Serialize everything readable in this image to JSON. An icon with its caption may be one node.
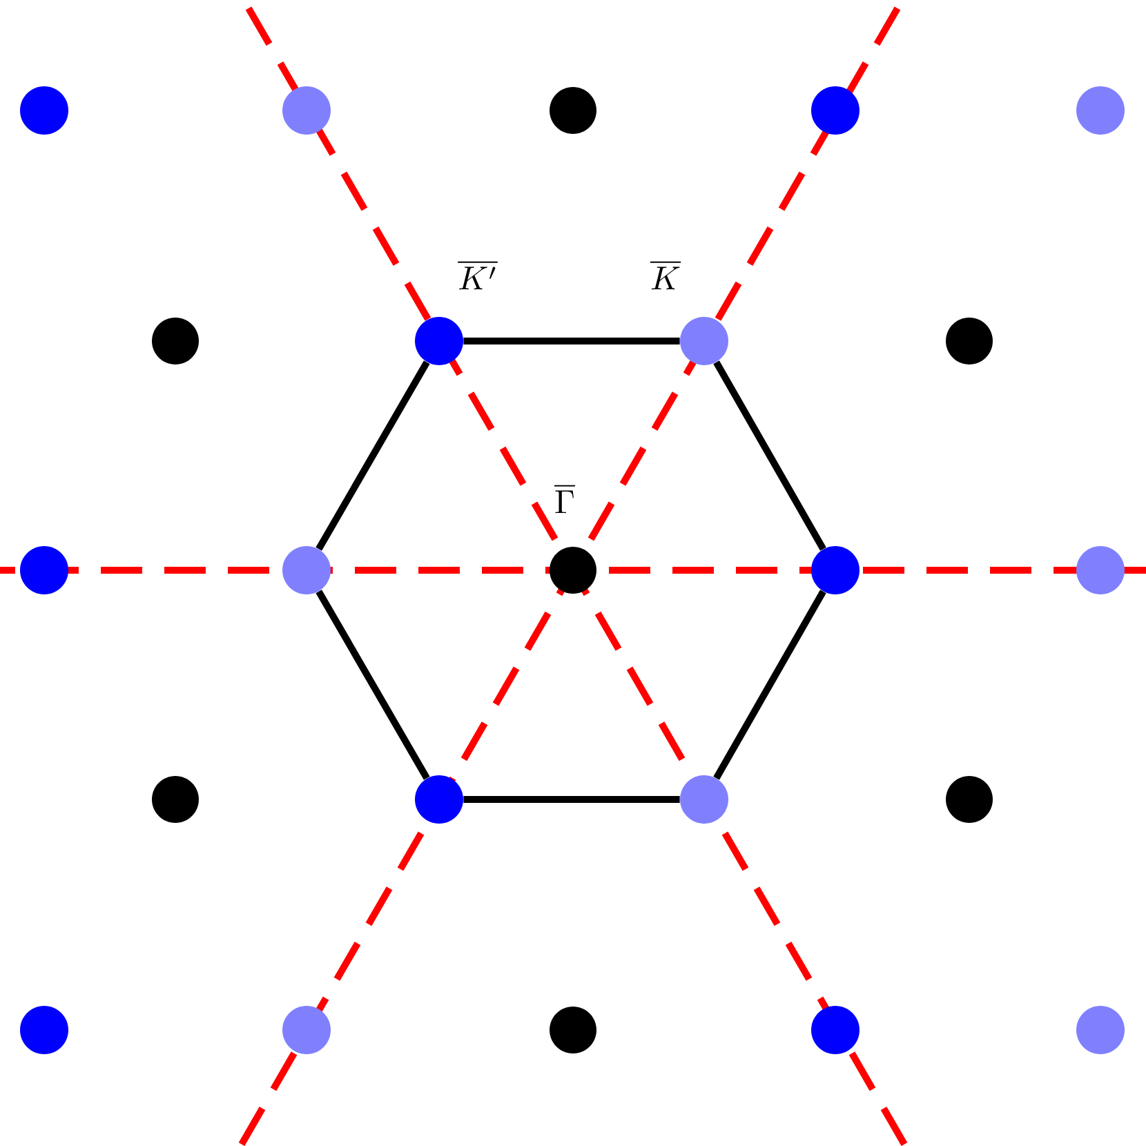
{
  "diagram": {
    "nodes": [
      {
        "text": [],
        "shape": "circle"
      },
      {
        "text": [],
        "shape": "circle"
      },
      {
        "text": [],
        "shape": "circle"
      },
      {
        "text": [],
        "shape": "circle"
      },
      {
        "text": [],
        "shape": "circle"
      },
      {
        "text": [],
        "shape": "circle"
      },
      {
        "text": [],
        "shape": "circle",
        "beside": [
          "\\overline{K'}"
        ]
      },
      {
        "text": [],
        "shape": "circle",
        "beside": [
          "\\overline{K}"
        ]
      },
      {
        "text": [],
        "shape": "circle"
      },
      {
        "text": [],
        "shape": "circle"
      },
      {
        "text": [],
        "shape": "circle"
      },
      {
        "text": [],
        "shape": "circle",
        "beside": [
          "\\overline{\\Gamma}"
        ]
      },
      {
        "text": [],
        "shape": "circle"
      },
      {
        "text": [],
        "shape": "circle"
      },
      {
        "text": [],
        "shape": "circle"
      },
      {
        "text": [],
        "shape": "circle"
      },
      {
        "text": [],
        "shape": "circle"
      },
      {
        "text": [],
        "shape": "circle"
      },
      {
        "text": [],
        "shape": "circle"
      },
      {
        "text": [],
        "shape": "circle"
      },
      {
        "text": [],
        "shape": "circle"
      },
      {
        "text": [],
        "shape": "circle"
      },
      {
        "text": [],
        "shape": "circle"
      }
    ],
    "edges": [
      {
        "from": 6,
        "to": 7,
        "arrow": "none"
      },
      {
        "from": 7,
        "to": 12,
        "arrow": "none"
      },
      {
        "from": 12,
        "to": 16,
        "arrow": "none"
      },
      {
        "from": 16,
        "to": 15,
        "arrow": "none"
      },
      {
        "from": 15,
        "to": 10,
        "arrow": "none"
      },
      {
        "from": 10,
        "to": 6,
        "arrow": "none"
      }
    ]
  }
}
